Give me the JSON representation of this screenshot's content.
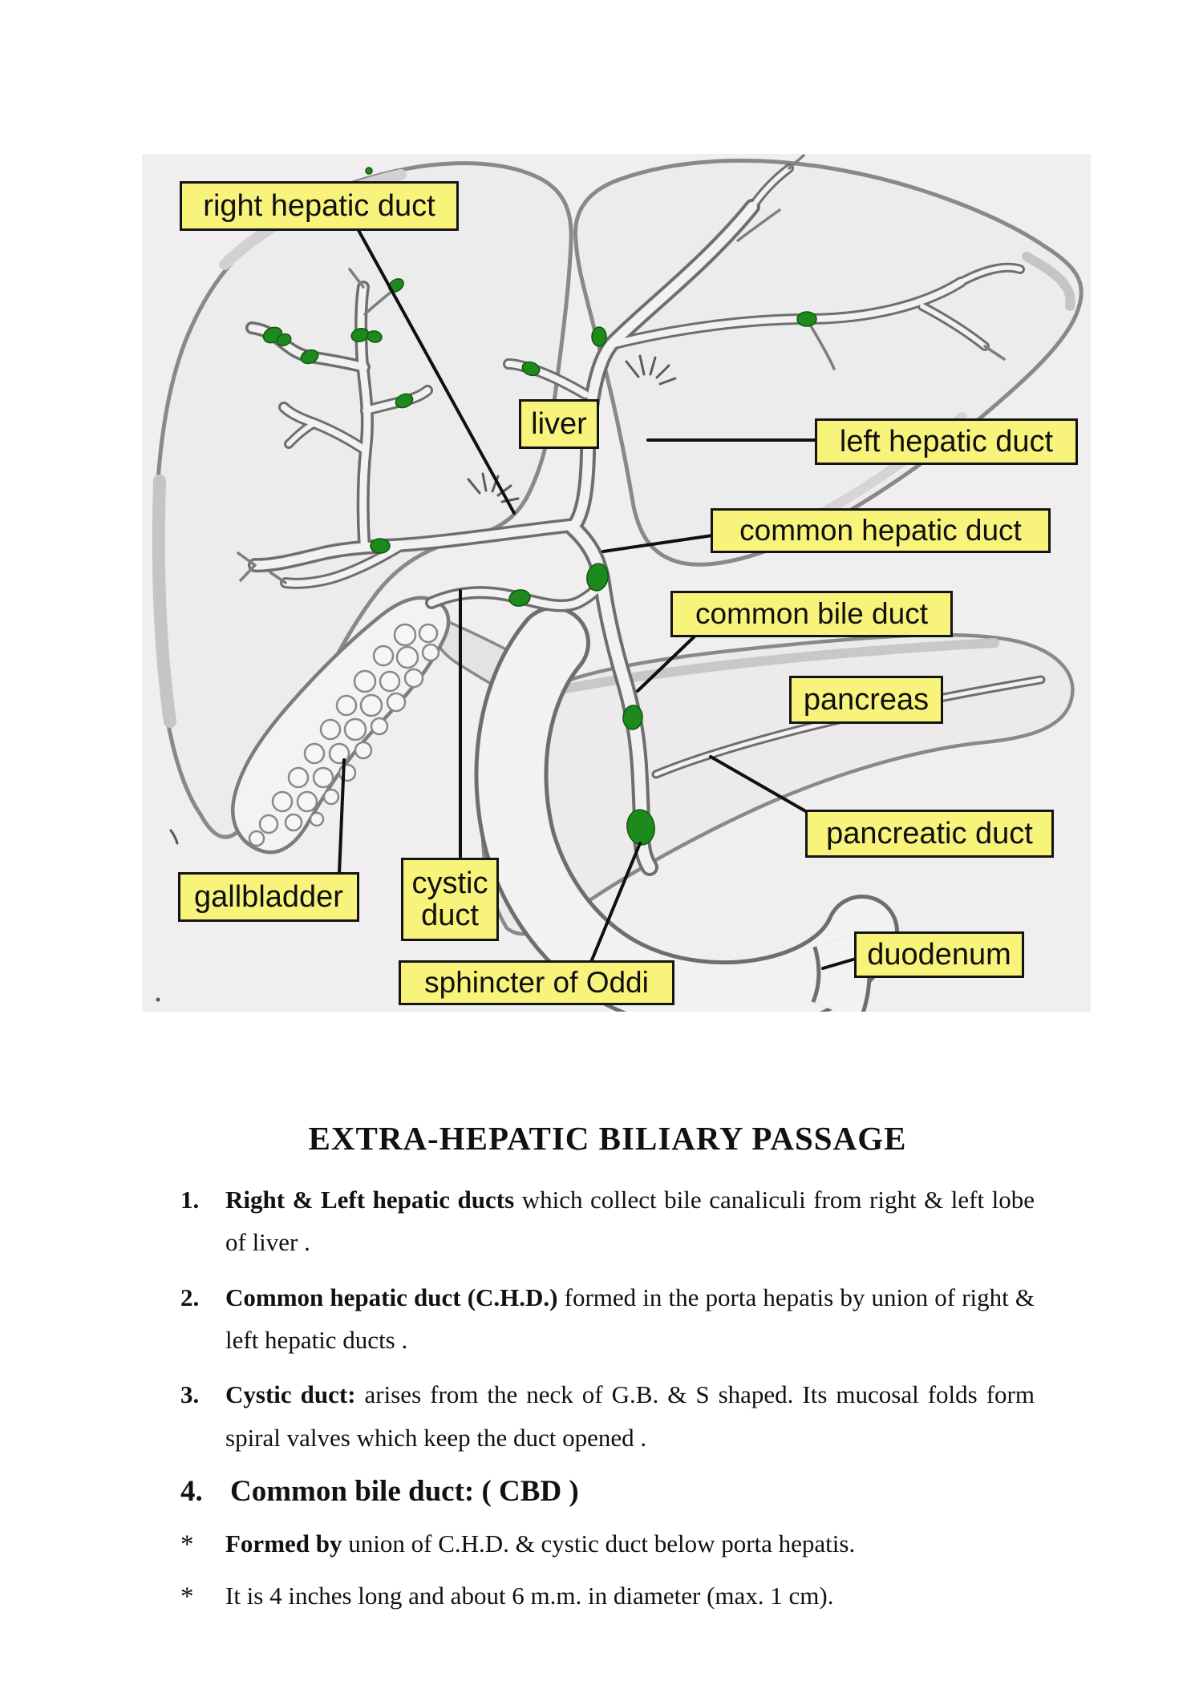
{
  "colors": {
    "page_bg": "#ffffff",
    "scan_bg": "#f0eeee",
    "label_bg": "#f8f37a",
    "label_border": "#141414",
    "node_green": "#1e8a1e",
    "pencil_gray": "#8a8889",
    "leader_line": "#101010"
  },
  "diagram": {
    "labels": [
      {
        "text": "right hepatic duct"
      },
      {
        "text": "liver"
      },
      {
        "text": "left hepatic duct"
      },
      {
        "text": "common hepatic duct"
      },
      {
        "text": "common bile duct"
      },
      {
        "text": "pancreas"
      },
      {
        "text": "pancreatic duct"
      },
      {
        "text": "gallbladder"
      },
      {
        "text": "cystic duct"
      },
      {
        "text": "sphincter of Oddi"
      },
      {
        "text": "duodenum"
      }
    ]
  },
  "content": {
    "title": "EXTRA-HEPATIC BILIARY PASSAGE",
    "items": [
      {
        "num": "1.",
        "bold": "Right & Left hepatic ducts",
        "rest": " which collect bile canaliculi from right & left lobe of liver ."
      },
      {
        "num": "2.",
        "bold": "Common hepatic duct (C.H.D.)",
        "rest": " formed in the porta hepatis by union of right & left hepatic ducts ."
      },
      {
        "num": "3.",
        "bold": "Cystic duct:",
        "rest": " arises from the neck of G.B. & S shaped. Its mucosal folds form spiral valves which keep the duct opened ."
      },
      {
        "num": "4.",
        "bold": "Common bile duct: ( CBD )",
        "rest": ""
      }
    ],
    "bullets": [
      {
        "marker": "*",
        "bold": "Formed by",
        "rest": " union of C.H.D. & cystic duct below porta hepatis."
      },
      {
        "marker": "*",
        "bold": "",
        "rest": "It is 4 inches long and about 6 m.m. in diameter (max.  1 cm)."
      }
    ]
  }
}
